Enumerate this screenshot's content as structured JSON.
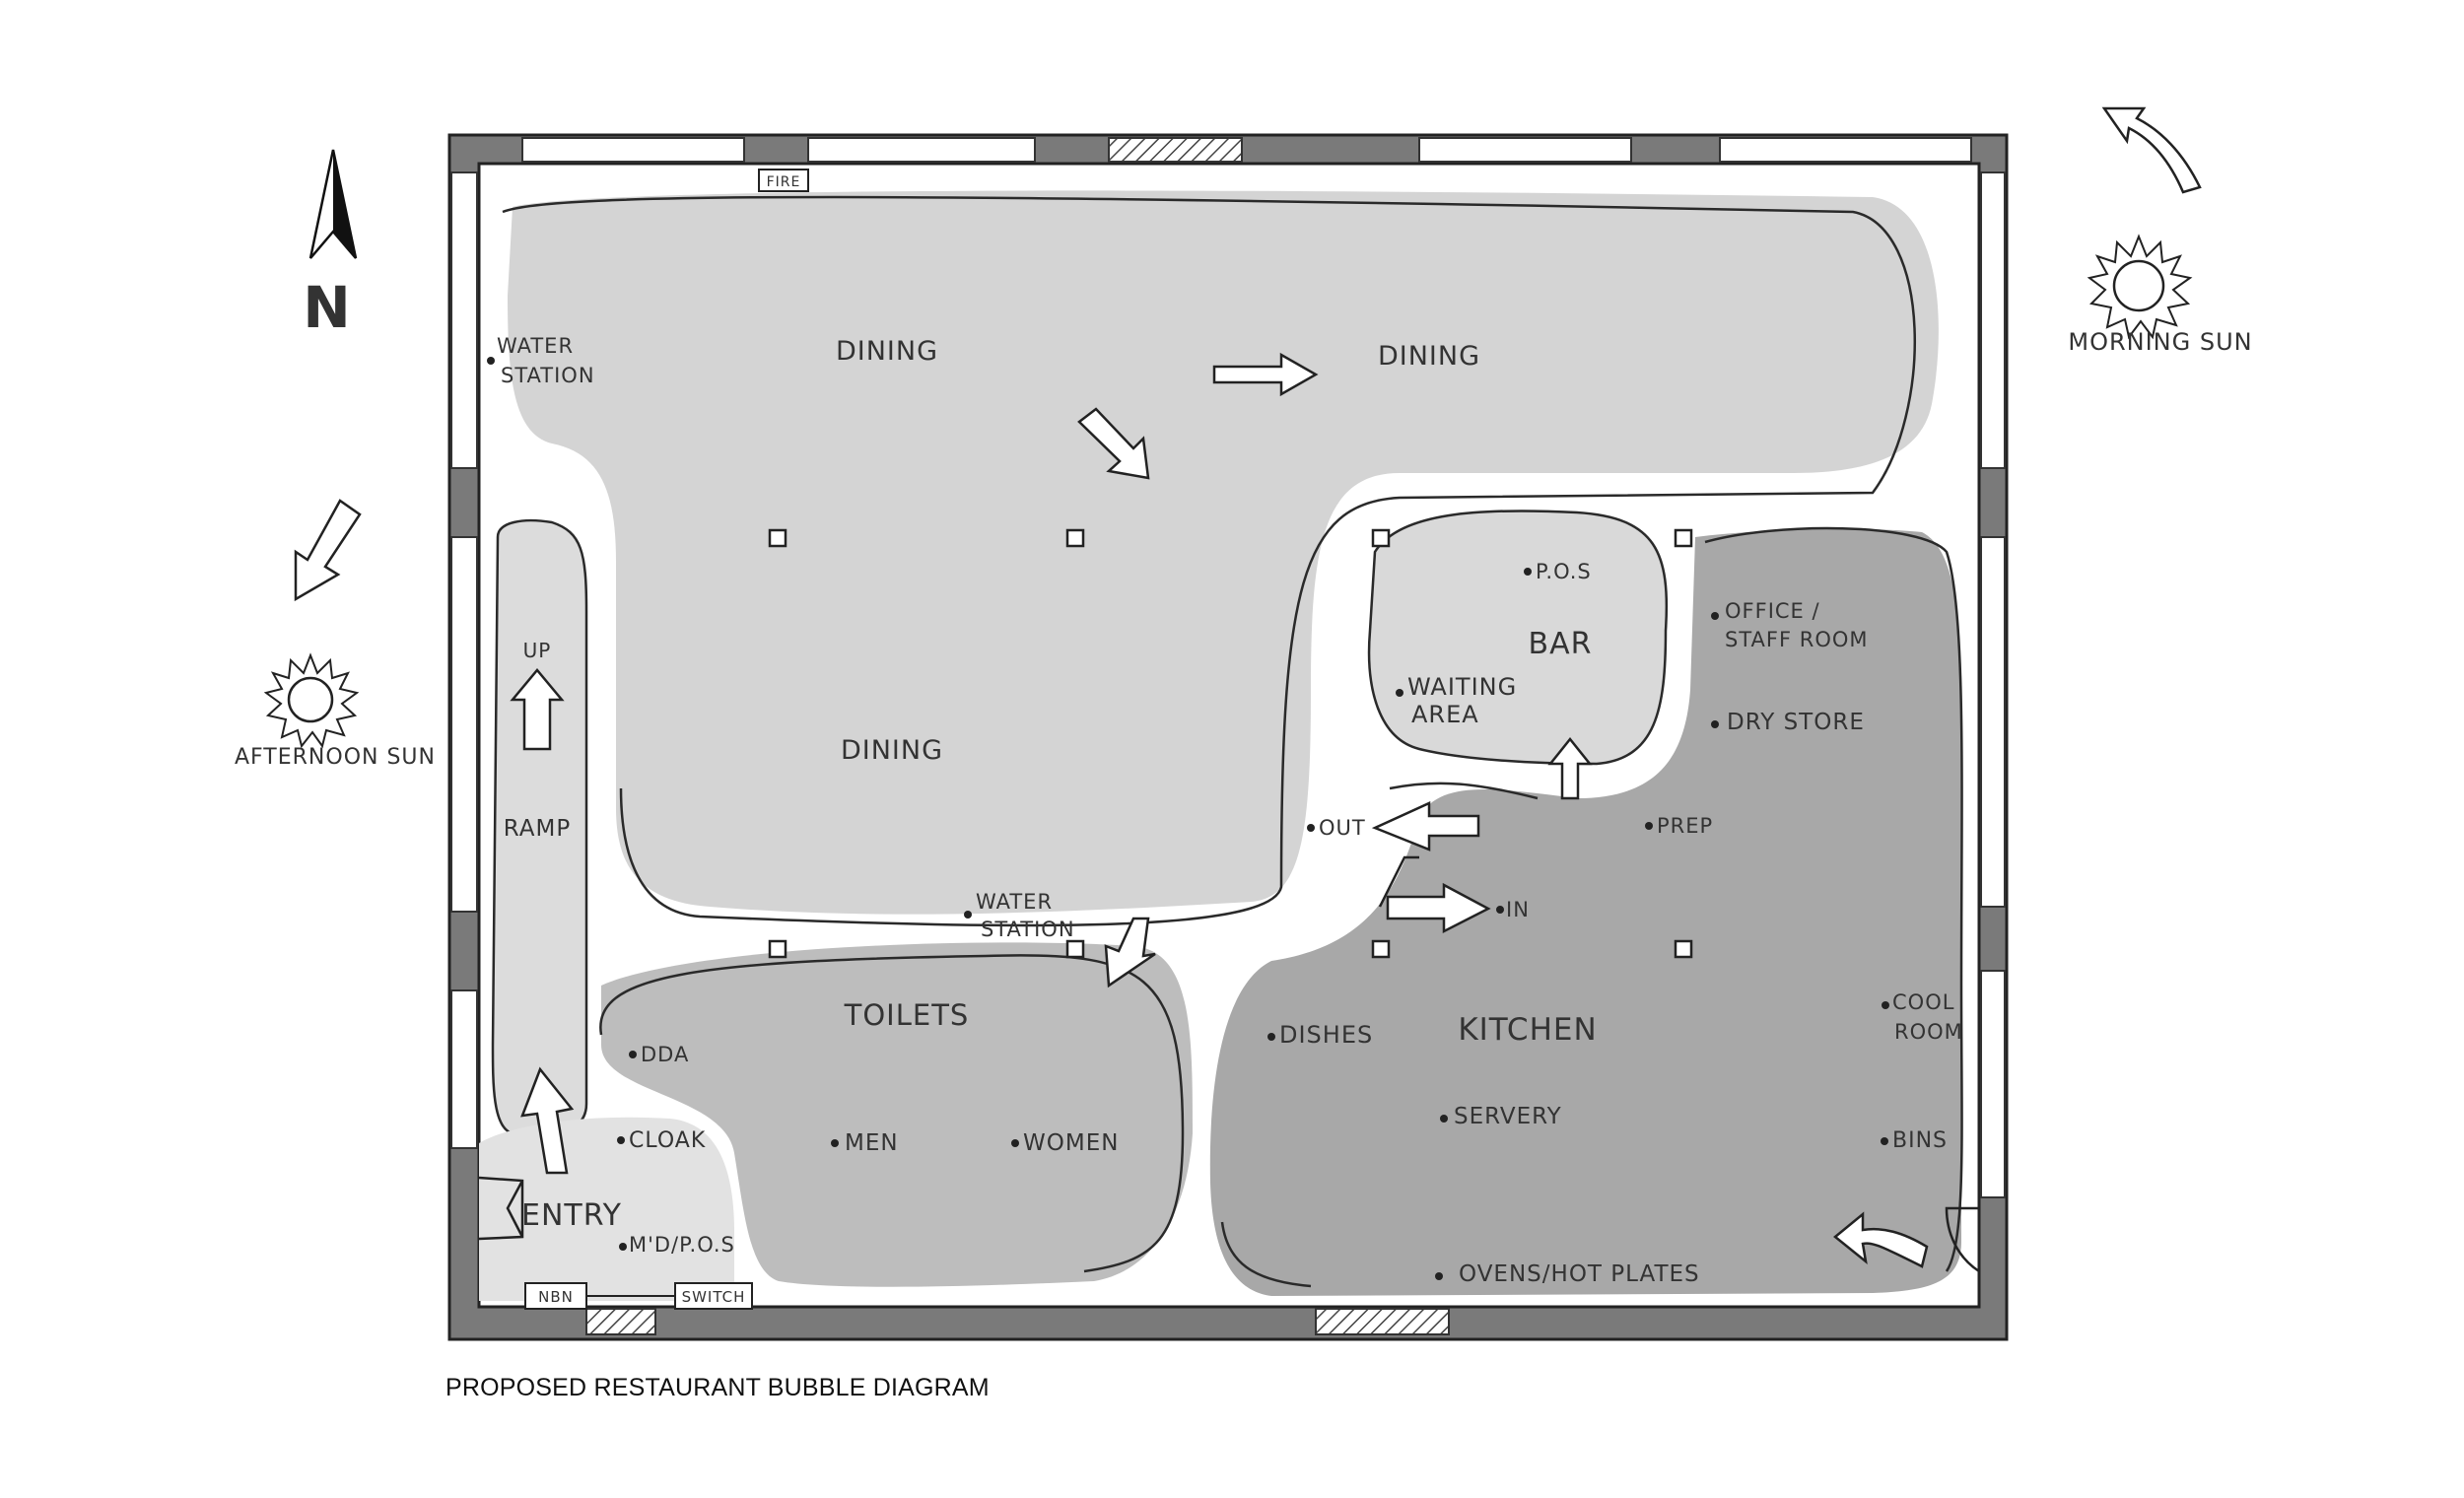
{
  "caption": "PROPOSED RESTAURANT BUBBLE DIAGRAM",
  "compass": {
    "letter": "N"
  },
  "sun": {
    "morning": "MORNING SUN",
    "afternoon": "AFTERNOON SUN"
  },
  "rooms": {
    "dining_1": "DINING",
    "dining_2": "DINING",
    "dining_3": "DINING",
    "ramp": "RAMP",
    "up": "UP",
    "bar": "BAR",
    "kitchen": "KITCHEN",
    "toilets": "TOILETS",
    "entry": "ENTRY"
  },
  "points": {
    "water_station_1": [
      "WATER",
      "STATION"
    ],
    "water_station_2": [
      "WATER",
      "STATION"
    ],
    "pos_bar": "P.O.S",
    "waiting_area": [
      "WAITING",
      "AREA"
    ],
    "office": [
      "OFFICE /",
      "STAFF ROOM"
    ],
    "dry_store": "DRY STORE",
    "prep": "PREP",
    "out": "OUT",
    "in": "IN",
    "dishes": "DISHES",
    "servery": "SERVERY",
    "ovens": "OVENS/HOT PLATES",
    "cool_room": [
      "COOL",
      "ROOM"
    ],
    "bins": "BINS",
    "dda": "DDA",
    "men": "MEN",
    "women": "WOMEN",
    "cloak": "CLOAK",
    "md_pos": "M'D/P.O.S"
  },
  "tags": {
    "fire": "FIRE",
    "nbn": "NBN",
    "switch": "SWITCH"
  },
  "colors": {
    "wall": "#707070",
    "zone_light": "#d6d6d6",
    "zone_mid": "#c6c6c6",
    "zone_dark": "#a9a9a9",
    "ink": "#2a2a2a"
  }
}
